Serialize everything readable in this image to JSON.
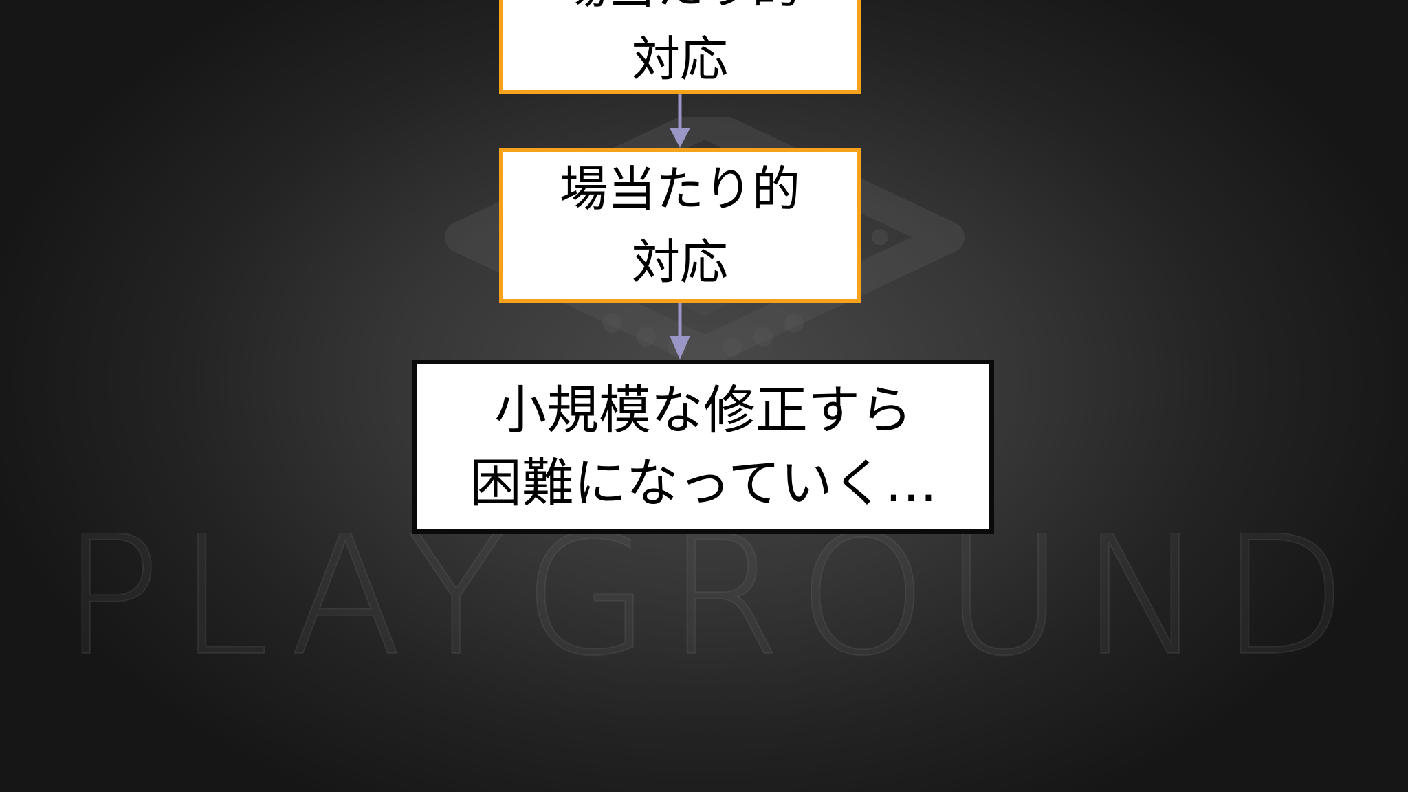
{
  "diagram": {
    "nodes": [
      {
        "id": "box1",
        "lines": [
          "場当たり的",
          "対応"
        ],
        "style": "orange",
        "cut_off_top": true
      },
      {
        "id": "box2",
        "lines": [
          "場当たり的",
          "対応"
        ],
        "style": "orange"
      },
      {
        "id": "box3",
        "lines": [
          "小規模な修正すら",
          "困難になっていく…"
        ],
        "style": "black"
      }
    ],
    "edges": [
      {
        "from": "box1",
        "to": "box2"
      },
      {
        "from": "box2",
        "to": "box3"
      }
    ]
  },
  "watermark": {
    "text": "PLAYGROUND",
    "icon": "gamepad-logo-icon"
  },
  "colors": {
    "orange_border": "#f7a21b",
    "black_border": "#0a0a0a",
    "arrow": "#9a97c6",
    "box_fill": "#ffffff",
    "background": "#2e2e2e"
  }
}
